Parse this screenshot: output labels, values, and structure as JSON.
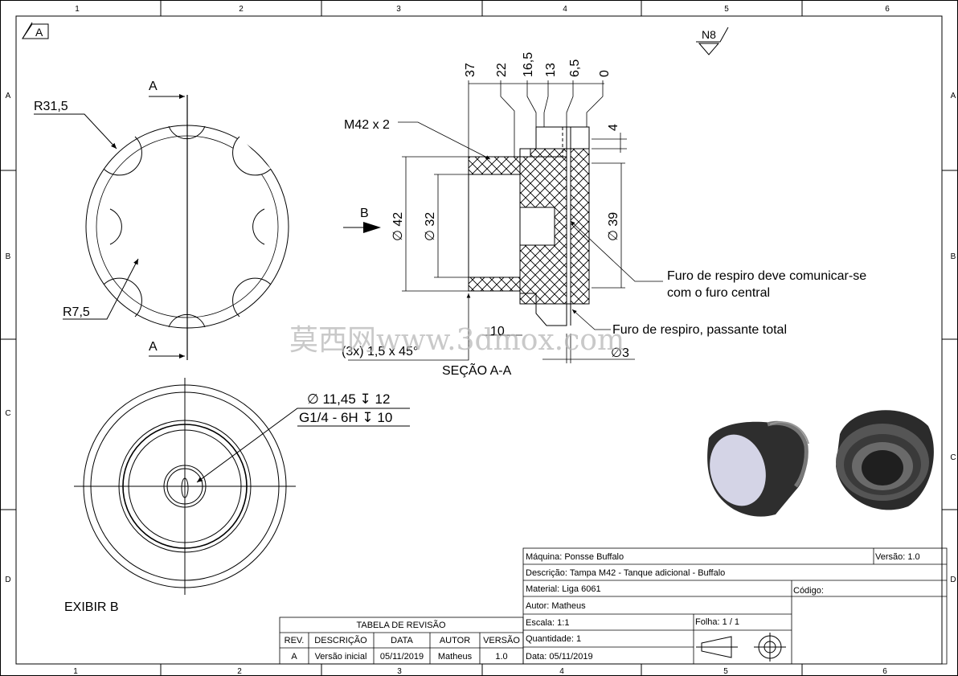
{
  "border": {
    "col_labels": [
      "1",
      "2",
      "3",
      "4",
      "5",
      "6"
    ],
    "row_labels": [
      "A",
      "B",
      "C",
      "D"
    ]
  },
  "sheet_revision_mark": "A",
  "surface_finish": "N8",
  "front_view": {
    "section_label_top": "A",
    "section_label_bottom": "A",
    "radius_large": "R31,5",
    "radius_small": "R7,5"
  },
  "section_view": {
    "title": "SEÇÃO A-A",
    "view_arrow_label": "B",
    "ordinates": [
      "37",
      "22",
      "16,5",
      "13",
      "6,5",
      "0"
    ],
    "thread": "M42 x 2",
    "dim_4": "4",
    "dia_42": "∅ 42",
    "dia_32": "∅ 32",
    "dia_39": "∅ 39",
    "chamfer": "(3x) 1,5 x 45°",
    "dim_10": "10",
    "dia_3": "∅3",
    "note_vent_connect_line1": "Furo de respiro deve comunicar-se",
    "note_vent_connect_line2": "com o furo central",
    "note_vent_through": "Furo de respiro, passante total"
  },
  "bottom_view": {
    "title": "EXIBIR B",
    "hole_callout_1": "∅ 11,45 ↧ 12",
    "hole_callout_2": "G1/4 - 6H ↧ 10"
  },
  "watermark": "莫西网www.3dmox.com",
  "revision_table": {
    "title": "TABELA DE REVISÃO",
    "headers": [
      "REV.",
      "DESCRIÇÃO",
      "DATA",
      "AUTOR",
      "VERSÃO"
    ],
    "rows": [
      [
        "A",
        "Versão inicial",
        "05/11/2019",
        "Matheus",
        "1.0"
      ]
    ]
  },
  "title_block": {
    "maquina_label": "Máquina:",
    "maquina_value": "Ponsse Buffalo",
    "versao_label": "Versão:",
    "versao_value": "1.0",
    "descricao_label": "Descrição:",
    "descricao_value": "Tampa M42 - Tanque adicional - Buffalo",
    "material_label": "Material:",
    "material_value": "Liga 6061",
    "codigo_label": "Código:",
    "autor_label": "Autor:",
    "autor_value": "Matheus",
    "escala_label": "Escala:",
    "escala_value": "1:1",
    "folha_label": "Folha:",
    "folha_value": "1  /  1",
    "quantidade_label": "Quantidade:",
    "quantidade_value": "1",
    "data_label": "Data:",
    "data_value": "05/11/2019"
  }
}
